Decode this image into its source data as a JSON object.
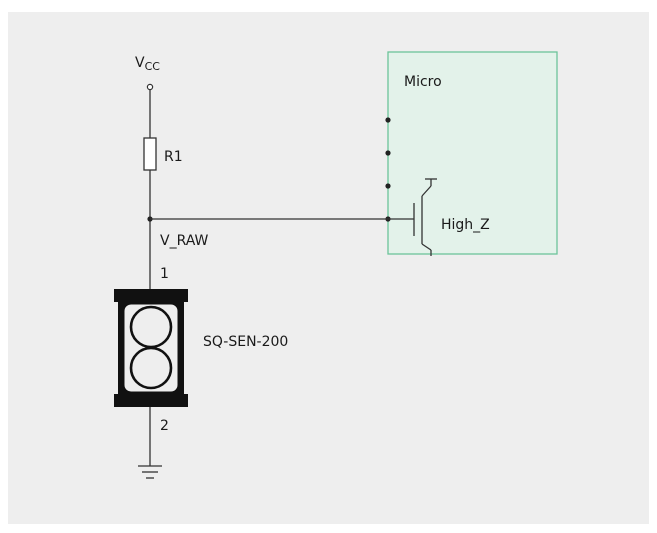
{
  "schematic": {
    "supply": {
      "main": "V",
      "sub": "CC"
    },
    "resistor": {
      "ref": "R1"
    },
    "net_label": "V_RAW",
    "sensor": {
      "part": "SQ-SEN-200",
      "pin1": "1",
      "pin2": "2"
    },
    "micro": {
      "title": "Micro",
      "pin_state": "High_Z"
    }
  },
  "colors": {
    "background": "#eeeeee",
    "micro_fill": "#e3f2ea",
    "micro_border": "#6cc49a",
    "wire": "#333333",
    "sensor_body": "#111111"
  },
  "icons": [
    "vcc-terminal-icon",
    "resistor-icon",
    "junction-dot-icon",
    "ground-icon",
    "fsr-sensor-icon",
    "mosfet-icon"
  ]
}
